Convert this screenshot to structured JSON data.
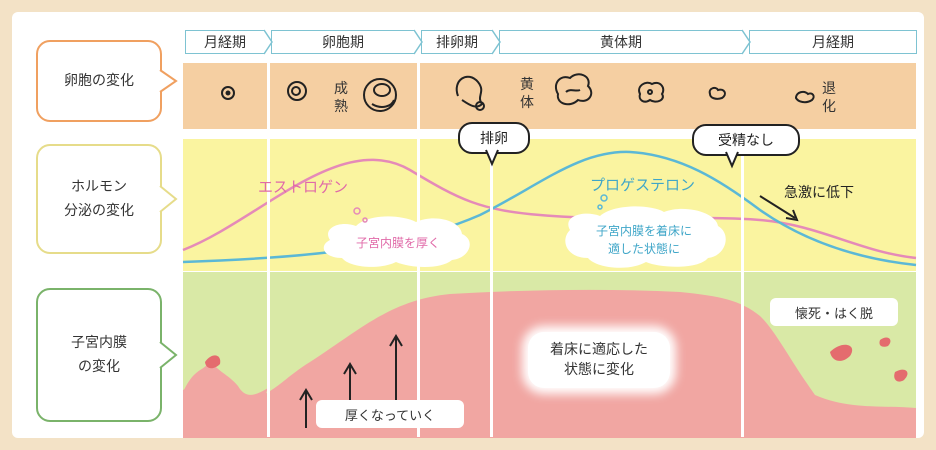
{
  "phases": [
    "月経期",
    "卵胞期",
    "排卵期",
    "黄体期",
    "月経期"
  ],
  "rows": {
    "follicle": "卵胞の変化",
    "hormone_line1": "ホルモン",
    "hormone_line2": "分泌の変化",
    "endometrium_line1": "子宮内膜",
    "endometrium_line2": "の変化"
  },
  "follicle_labels": {
    "mature_1": "成",
    "mature_2": "熟",
    "corpus_1": "黄",
    "corpus_2": "体",
    "regress_1": "退",
    "regress_2": "化"
  },
  "callouts": {
    "ovulation": "排卵",
    "no_fertilization": "受精なし"
  },
  "hormones": {
    "estrogen": "エストロゲン",
    "progesterone": "プロゲステロン",
    "sharp_drop": "急激に低下",
    "colors": {
      "estrogen": "#e58ab8",
      "progesterone": "#5bb8d6"
    }
  },
  "clouds": {
    "estrogen": "子宮内膜を厚く",
    "progesterone_1": "子宮内膜を着床に",
    "progesterone_2": "適した状態に"
  },
  "endometrium": {
    "thickening": "厚くなっていく",
    "implantation_1": "着床に適応した",
    "implantation_2": "状態に変化",
    "necrosis": "懐死・はく脱"
  }
}
